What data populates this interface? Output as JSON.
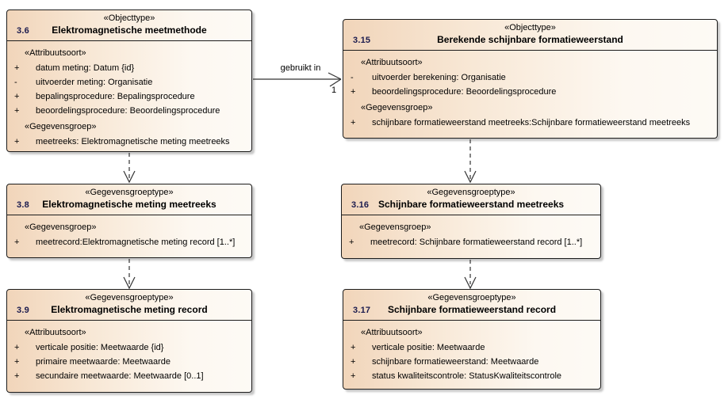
{
  "colors": {
    "box_fill_left": "#f1d5ba",
    "box_fill_right": "#fdfaf5",
    "border": "#1c1c1c",
    "number_accent": "#1b1b4e",
    "text": "#000000",
    "line": "#333333",
    "background": "#ffffff"
  },
  "connector": {
    "label": "gebruikt in",
    "multiplicity": "1"
  },
  "boxes": [
    {
      "stereotype": "«Objecttype»",
      "number": "3.6",
      "title": "Elektromagnetische meetmethode",
      "sections": [
        {
          "heading": "«Attribuutsoort»",
          "items": [
            {
              "vis": "+",
              "text": "datum meting: Datum {id}"
            },
            {
              "vis": "-",
              "text": "uitvoerder meting: Organisatie"
            },
            {
              "vis": "+",
              "text": "bepalingsprocedure: Bepalingsprocedure"
            },
            {
              "vis": "+",
              "text": "beoordelingsprocedure: Beoordelingsprocedure"
            }
          ]
        },
        {
          "heading": "«Gegevensgroep»",
          "items": [
            {
              "vis": "+",
              "text": "meetreeks: Elektromagnetische meting meetreeks"
            }
          ]
        }
      ]
    },
    {
      "stereotype": "«Objecttype»",
      "number": "3.15",
      "title": "Berekende schijnbare formatieweerstand",
      "sections": [
        {
          "heading": "«Attribuutsoort»",
          "items": [
            {
              "vis": "-",
              "text": "uitvoerder berekening: Organisatie"
            },
            {
              "vis": "+",
              "text": "beoordelingsprocedure: Beoordelingsprocedure"
            }
          ]
        },
        {
          "heading": "«Gegevensgroep»",
          "items": [
            {
              "vis": "+",
              "text": "schijnbare formatieweerstand meetreeks:Schijnbare formatieweerstand meetreeks"
            }
          ]
        }
      ]
    },
    {
      "stereotype": "«Gegevensgroeptype»",
      "number": "3.8",
      "title": "Elektromagnetische meting meetreeks",
      "sections": [
        {
          "heading": "«Gegevensgroep»",
          "items": [
            {
              "vis": "+",
              "text": "meetrecord:Elektromagnetische meting record [1..*]"
            }
          ]
        }
      ]
    },
    {
      "stereotype": "«Gegevensgroeptype»",
      "number": "3.16",
      "title": "Schijnbare formatieweerstand meetreeks",
      "sections": [
        {
          "heading": "«Gegevensgroep»",
          "items": [
            {
              "vis": "+",
              "text": "meetrecord: Schijnbare formatieweerstand record [1..*]"
            }
          ]
        }
      ]
    },
    {
      "stereotype": "«Gegevensgroeptype»",
      "number": "3.9",
      "title": "Elektromagnetische meting record",
      "sections": [
        {
          "heading": "«Attribuutsoort»",
          "items": [
            {
              "vis": "+",
              "text": "verticale positie: Meetwaarde {id}"
            },
            {
              "vis": "+",
              "text": "primaire meetwaarde: Meetwaarde"
            },
            {
              "vis": "+",
              "text": "secundaire meetwaarde: Meetwaarde [0..1]"
            }
          ]
        }
      ]
    },
    {
      "stereotype": "«Gegevensgroeptype»",
      "number": "3.17",
      "title": "Schijnbare formatieweerstand record",
      "sections": [
        {
          "heading": "«Attribuutsoort»",
          "items": [
            {
              "vis": "+",
              "text": "verticale positie: Meetwaarde"
            },
            {
              "vis": "+",
              "text": "schijnbare formatieweerstand: Meetwaarde"
            },
            {
              "vis": "+",
              "text": "status kwaliteitscontrole: StatusKwaliteitscontrole"
            }
          ]
        }
      ]
    }
  ]
}
